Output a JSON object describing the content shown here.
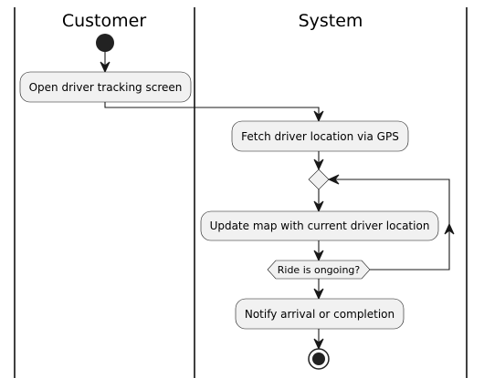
{
  "swimlanes": {
    "customer": "Customer",
    "system": "System"
  },
  "actions": {
    "open_screen": "Open driver tracking screen",
    "fetch_location": "Fetch driver location via GPS",
    "update_map": "Update map with current driver location",
    "notify": "Notify arrival or completion"
  },
  "decision": {
    "loop_condition": "Ride is ongoing?"
  },
  "colors": {
    "action_fill": "#f1f1f1",
    "line": "#181818",
    "node": "#222222"
  }
}
